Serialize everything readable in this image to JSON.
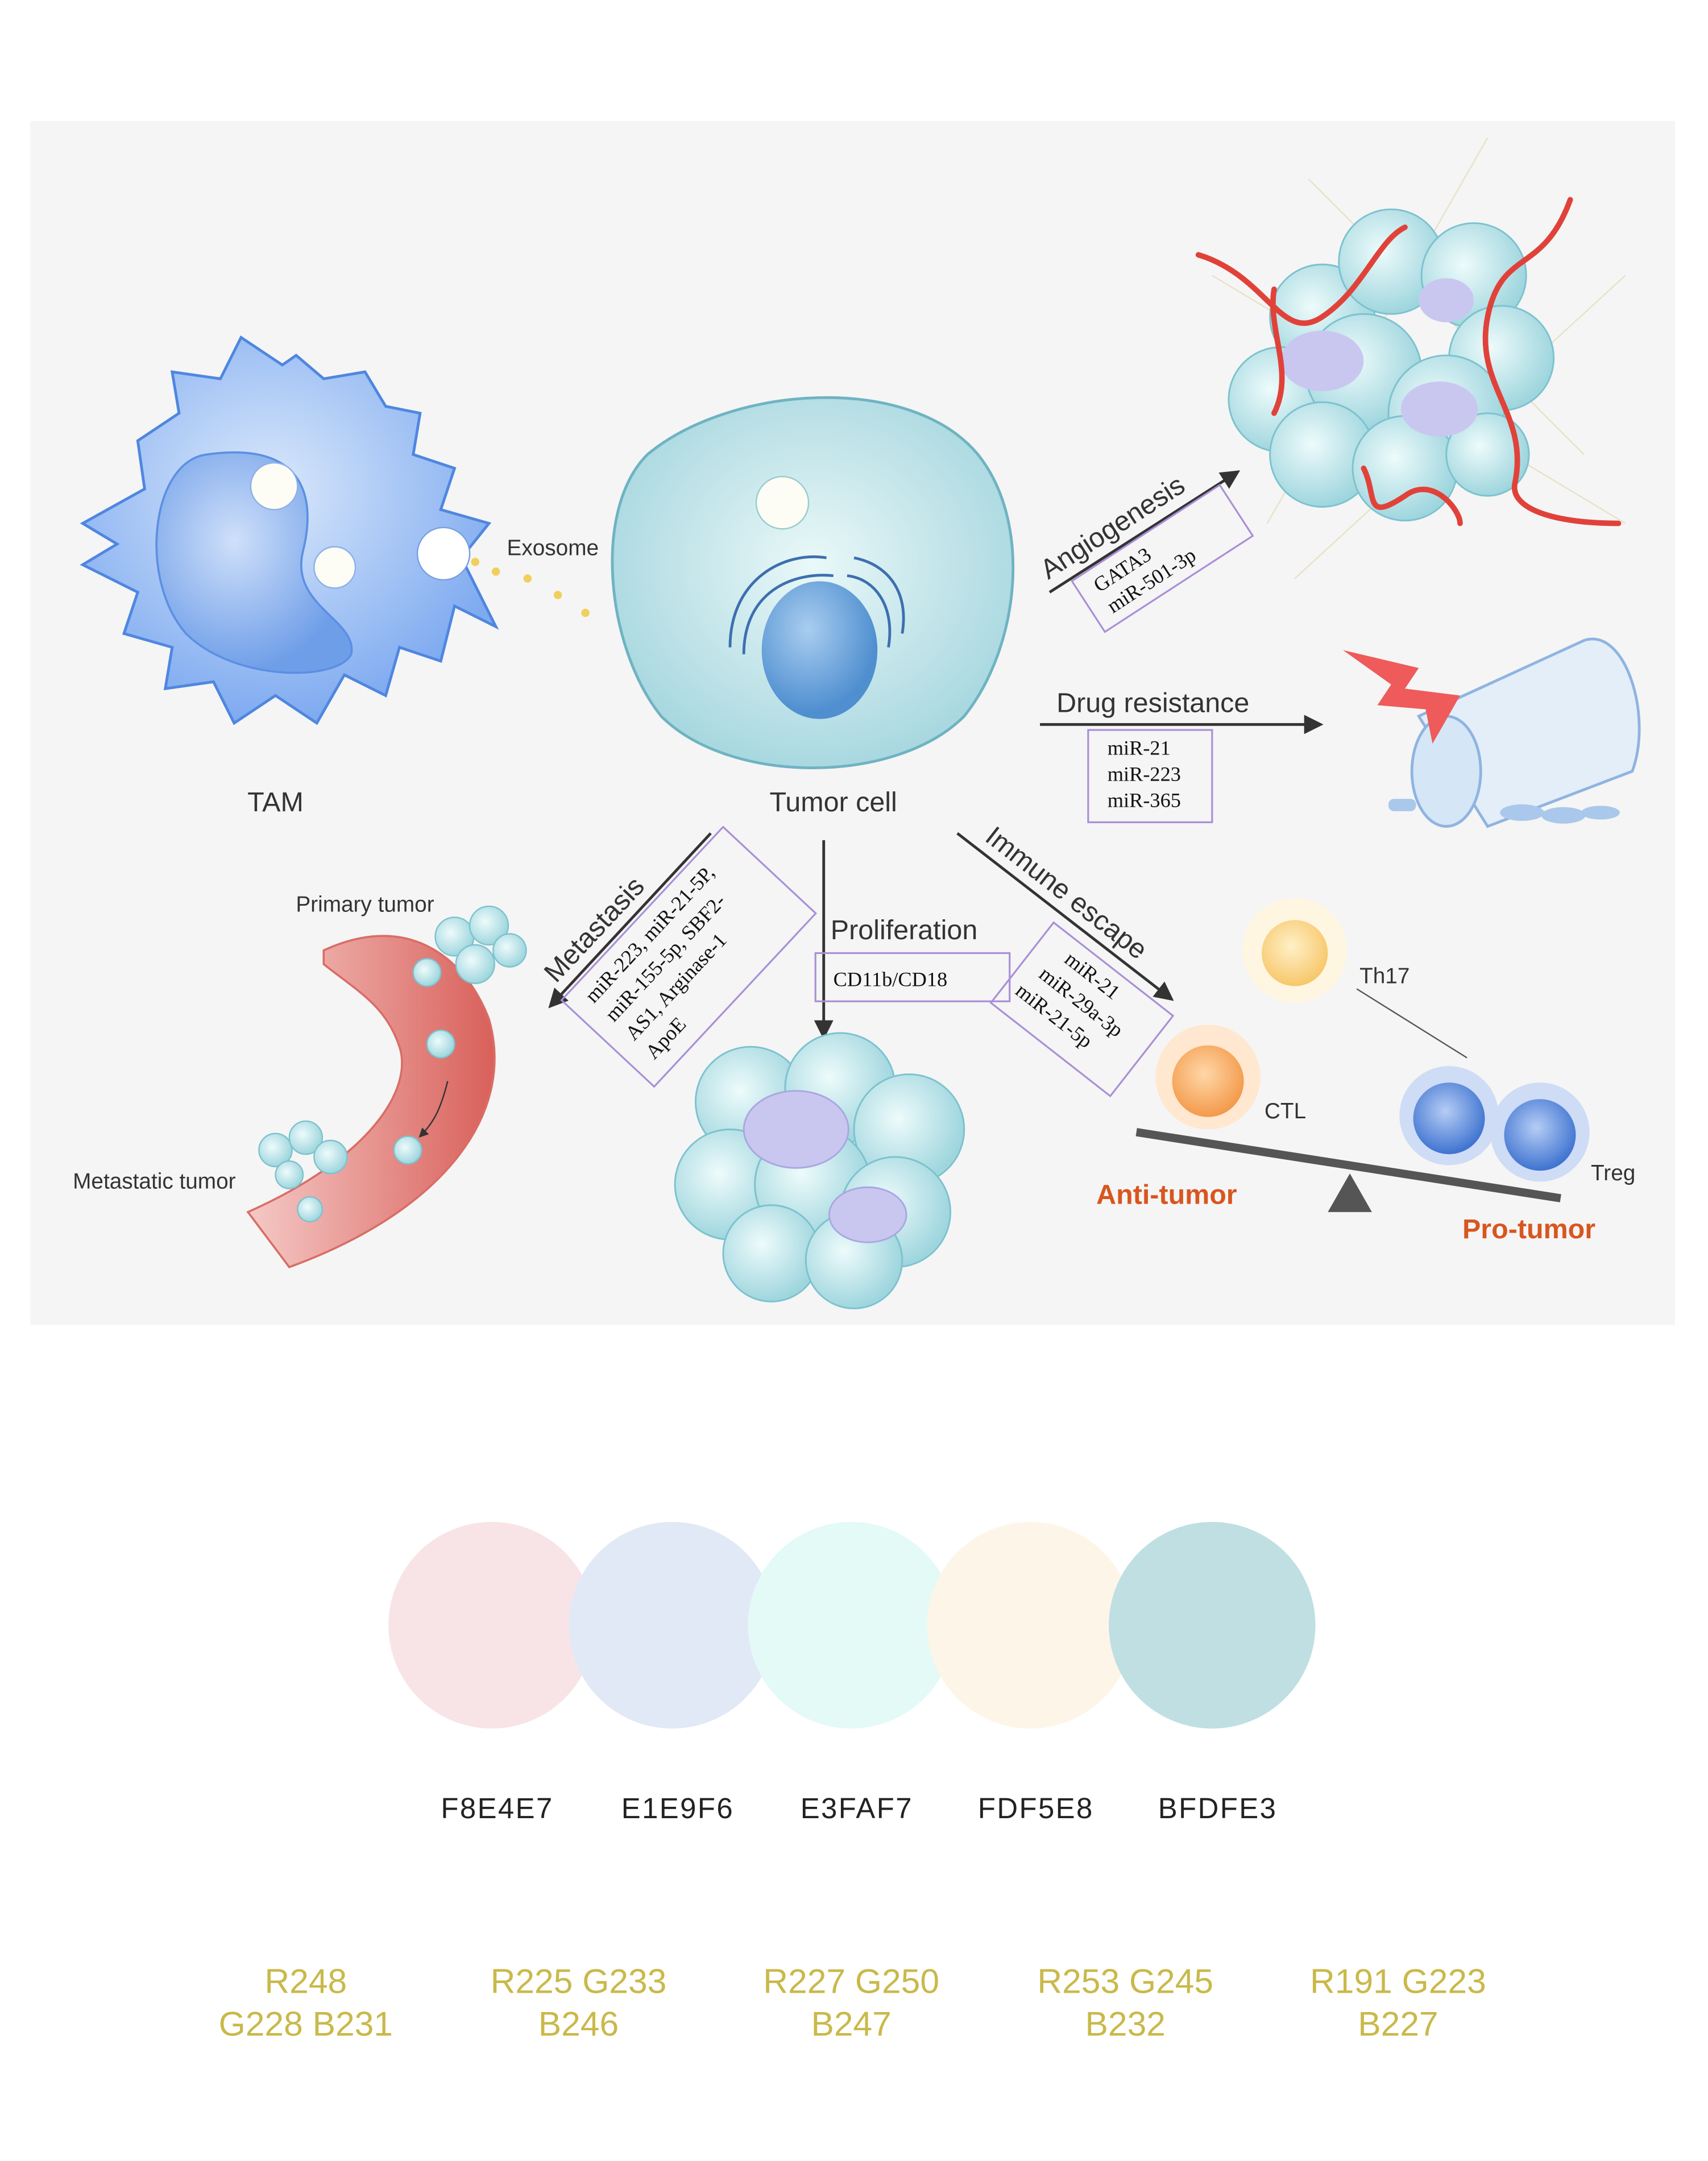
{
  "diagram": {
    "cells": {
      "tam": "TAM",
      "tumor_cell": "Tumor cell",
      "exosome": "Exosome"
    },
    "pathways": {
      "angiogenesis": {
        "label": "Angiogenesis",
        "factors": [
          "GATA3",
          "miR-501-3p"
        ]
      },
      "drug_resistance": {
        "label": "Drug resistance",
        "factors": [
          "miR-21",
          "miR-223",
          "miR-365"
        ]
      },
      "metastasis": {
        "label": "Metastasis",
        "factors": [
          "miR-223, miR-21-5P,",
          "miR-155-5p, SBF2-",
          "AS1, Arginase-1",
          "ApoE"
        ]
      },
      "proliferation": {
        "label": "Proliferation",
        "factors": [
          "CD11b/CD18"
        ]
      },
      "immune_escape": {
        "label": "Immune escape",
        "factors": [
          "miR-21",
          "miR-29a-3p",
          "miR-21-5p"
        ]
      }
    },
    "vessel": {
      "primary": "Primary tumor",
      "metastatic": "Metastatic tumor"
    },
    "immune": {
      "th17": "Th17",
      "ctl": "CTL",
      "treg": "Treg",
      "anti": "Anti-tumor",
      "pro": "Pro-tumor"
    },
    "colors": {
      "red_vessel": "#e0423a",
      "anti_pro": "#d8561f",
      "tumor": "#bfe4ea",
      "tam": "#8fb8f0"
    }
  },
  "palette": [
    {
      "hex": "F8E4E7",
      "rgb1": "R248",
      "rgb2": "G228 B231",
      "color": "#F8E4E7"
    },
    {
      "hex": "E1E9F6",
      "rgb1": "R225 G233",
      "rgb2": "B246",
      "color": "#E1E9F6"
    },
    {
      "hex": "E3FAF7",
      "rgb1": "R227 G250",
      "rgb2": "B247",
      "color": "#E3FAF7"
    },
    {
      "hex": "FDF5E8",
      "rgb1": "R253 G245",
      "rgb2": "B232",
      "color": "#FDF5E8"
    },
    {
      "hex": "BFDFE3",
      "rgb1": "R191 G223",
      "rgb2": "B227",
      "color": "#BFDFE3"
    }
  ]
}
